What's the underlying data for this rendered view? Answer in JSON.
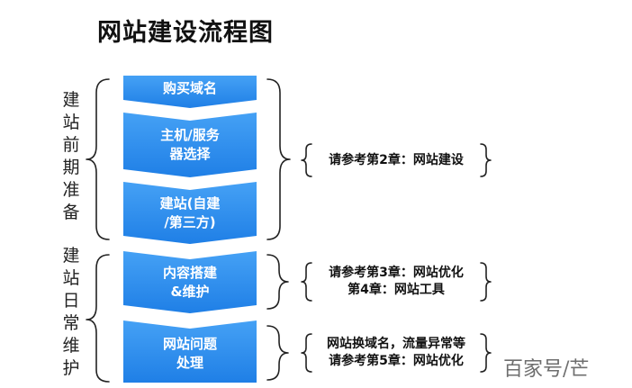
{
  "title": "网站建设流程图",
  "phases": [
    {
      "label": "建站前期准备"
    },
    {
      "label": "建站日常维护"
    }
  ],
  "steps": [
    {
      "label": "购买域名"
    },
    {
      "label": "主机/服务\n器选择"
    },
    {
      "label": "建站(自建\n/第三方)"
    },
    {
      "label": "内容搭建\n&维护"
    },
    {
      "label": "网站问题\n处理"
    }
  ],
  "notes": [
    {
      "text": "请参考第2章：网站建设"
    },
    {
      "text": "请参考第3章：网站优化\n第4章：网站工具"
    },
    {
      "text": "网站换域名，流量异常等\n请参考第5章：网站优化"
    }
  ],
  "watermark": "百家号/芒",
  "colors": {
    "step_fill": "#2e8ff0",
    "step_fill_dark": "#1f7fe6",
    "bracket": "#222222"
  }
}
